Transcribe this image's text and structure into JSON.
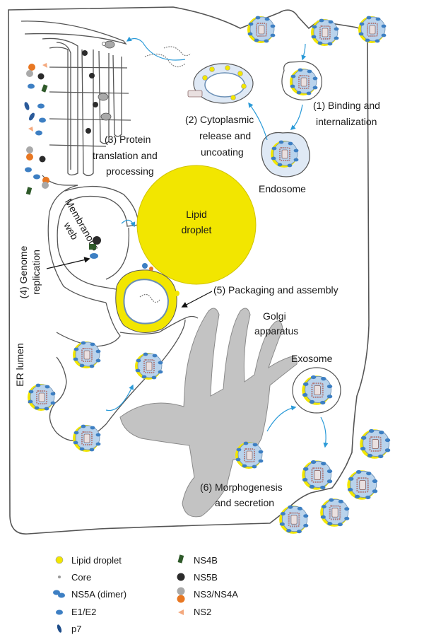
{
  "labels": {
    "step1_line1": "(1) Binding and",
    "step1_line2": "internalization",
    "step2_line1": "(2) Cytoplasmic",
    "step2_line2": "release and",
    "step2_line3": "uncoating",
    "step3_line1": "(3) Protein",
    "step3_line2": "translation and",
    "step3_line3": "processing",
    "step4_line1": "(4) Genome",
    "step4_line2": "replication",
    "step5": "(5) Packaging and assembly",
    "step6_line1": "(6) Morphogenesis",
    "step6_line2": "and secretion",
    "endosome": "Endosome",
    "lipid_line1": "Lipid",
    "lipid_line2": "droplet",
    "membranous_line1": "Membranous",
    "membranous_line2": "web",
    "golgi_line1": "Golgi",
    "golgi_line2": "apparatus",
    "er_lumen": "ER lumen",
    "exosome": "Exosome"
  },
  "legend": {
    "lipid_droplet": "Lipid droplet",
    "core": "Core",
    "ns5a": "NS5A (dimer)",
    "e1e2": "E1/E2",
    "p7": "p7",
    "ns4b": "NS4B",
    "ns5b": "NS5B",
    "ns3ns4a": "NS3/NS4A",
    "ns2": "NS2"
  },
  "colors": {
    "lipid_yellow": "#f2e600",
    "virion_blue": "#b9d3ec",
    "protein_blue": "#3d7fc3",
    "ns5b_dark": "#2b2b2b",
    "ns4b_green": "#2f5a2a",
    "ns3_gray": "#a9a9a9",
    "ns4a_orange": "#e87722",
    "ns2_salmon": "#f4a97e",
    "golgi_gray": "#c3c3c3",
    "arrow_blue": "#2a9ad8"
  }
}
